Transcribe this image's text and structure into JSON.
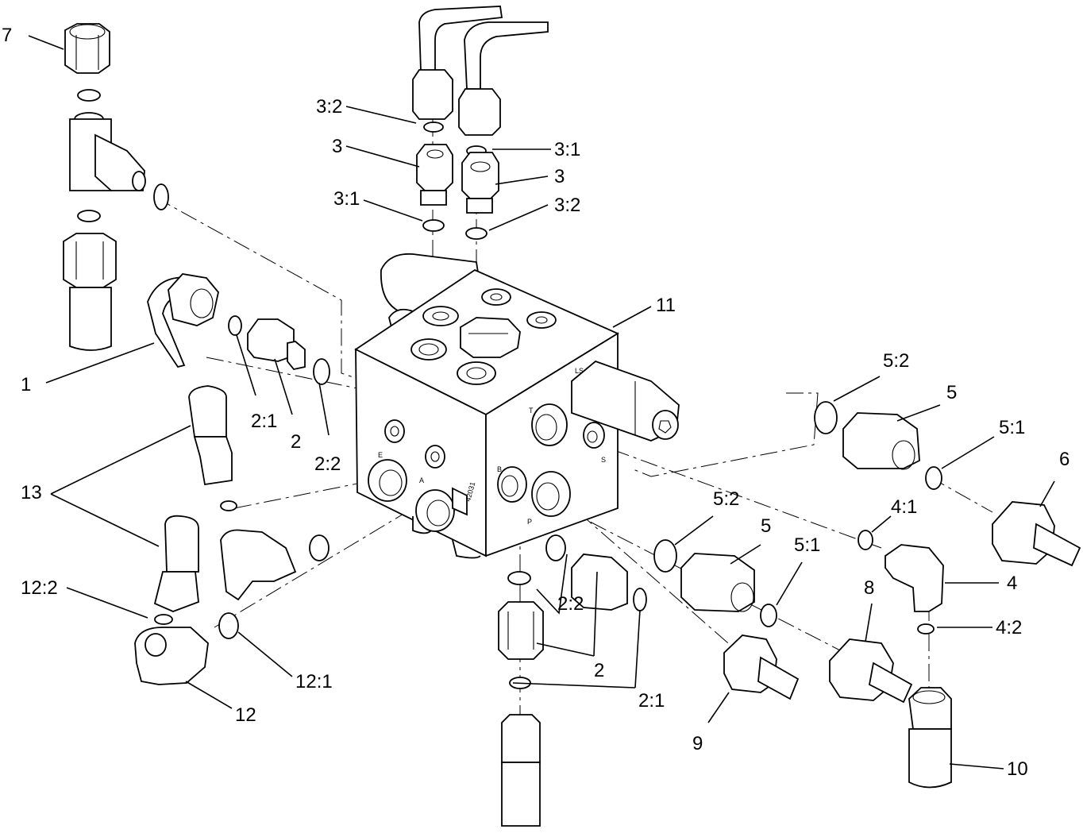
{
  "labels": {
    "l7": "7",
    "l32a": "3:2",
    "l3a": "3",
    "l31a": "3:1",
    "l31b": "3:1",
    "l3b": "3",
    "l32b": "3:2",
    "l11": "11",
    "l1": "1",
    "l21a": "2:1",
    "l2a": "2",
    "l22a": "2:2",
    "l13": "13",
    "l52a": "5:2",
    "l5a": "5",
    "l51a": "5:1",
    "l6": "6",
    "l52b": "5:2",
    "l5b": "5",
    "l51b": "5:1",
    "l41": "4:1",
    "l4": "4",
    "l42": "4:2",
    "l8": "8",
    "l122": "12:2",
    "l121": "12:1",
    "l12": "12",
    "l22b": "2:2",
    "l2b": "2",
    "l21b": "2:1",
    "l9": "9",
    "l10": "10"
  },
  "block_marks": {
    "part_number": "42031",
    "port_e": "E",
    "port_a": "A",
    "port_b": "B",
    "port_p": "P",
    "port_t": "T",
    "port_s": "S",
    "port_ls": "LS"
  }
}
